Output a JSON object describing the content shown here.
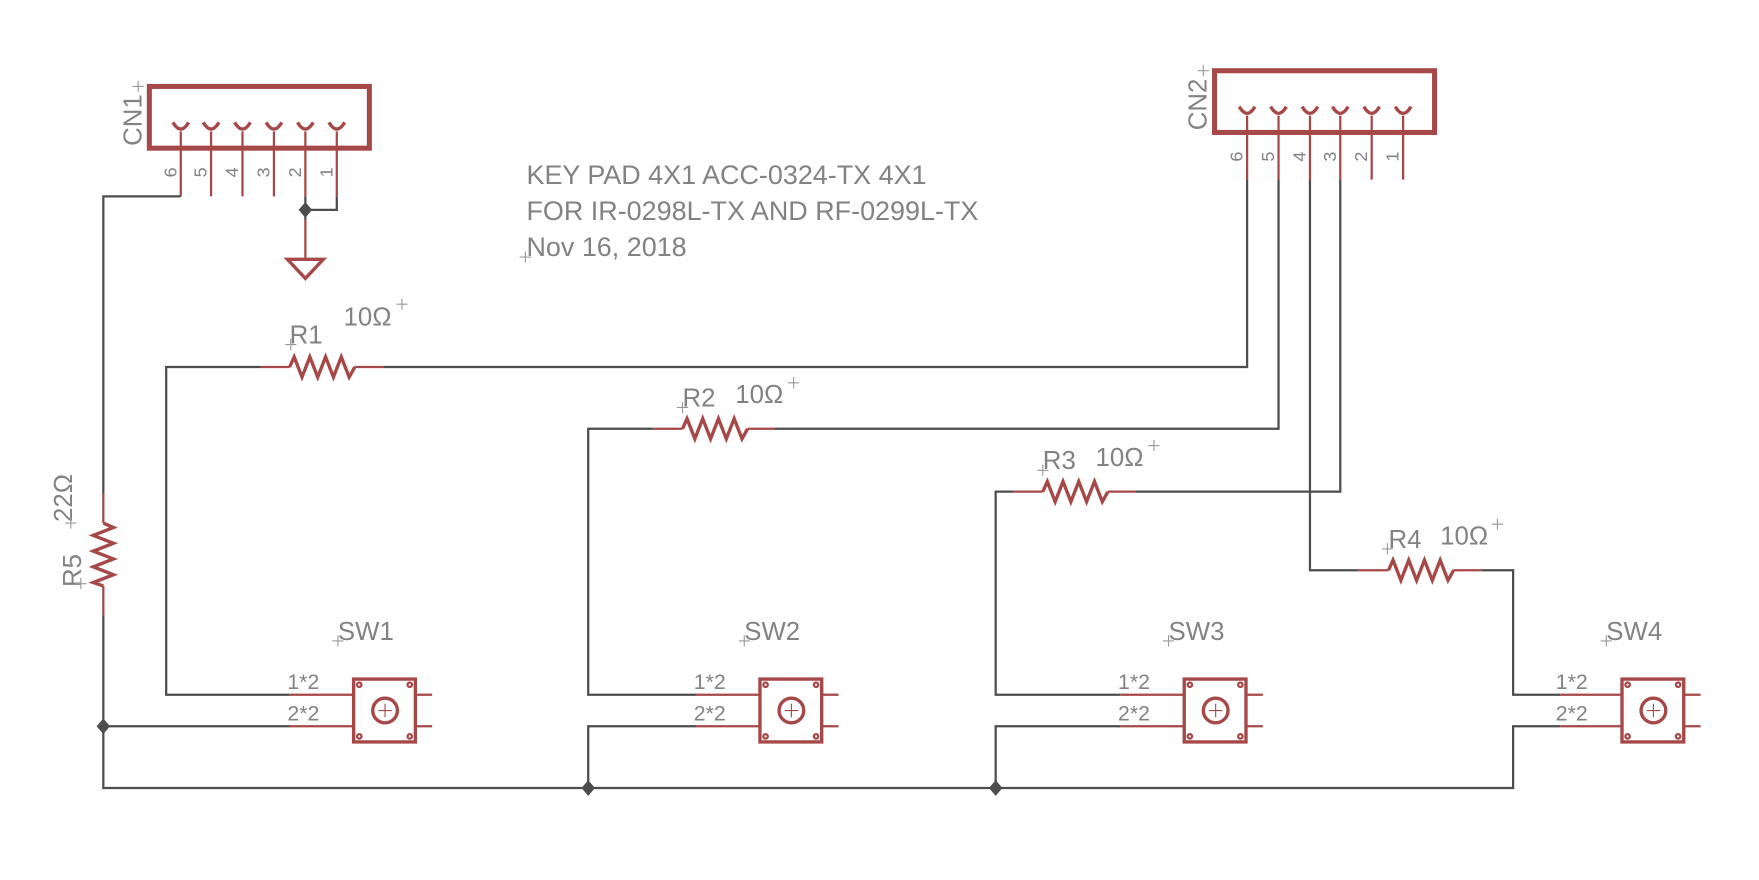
{
  "title_block": {
    "line1": "KEY PAD 4X1 ACC-0324-TX 4X1",
    "line2": "FOR IR-0298L-TX AND RF-0299L-TX",
    "date": "Nov 16, 2018"
  },
  "colors": {
    "symbol": "#a64848",
    "wire": "#4d4d4d",
    "text": "#828282",
    "background": "#ffffff"
  },
  "connectors": [
    {
      "name": "CN1",
      "pins": [
        "6",
        "5",
        "4",
        "3",
        "2",
        "1"
      ]
    },
    {
      "name": "CN2",
      "pins": [
        "6",
        "5",
        "4",
        "3",
        "2",
        "1"
      ]
    }
  ],
  "resistors": [
    {
      "name": "R1",
      "value": "10Ω"
    },
    {
      "name": "R2",
      "value": "10Ω"
    },
    {
      "name": "R3",
      "value": "10Ω"
    },
    {
      "name": "R4",
      "value": "10Ω"
    },
    {
      "name": "R5",
      "value": "22Ω"
    }
  ],
  "switches": [
    {
      "name": "SW1",
      "pin1": "1*2",
      "pin2": "2*2"
    },
    {
      "name": "SW2",
      "pin1": "1*2",
      "pin2": "2*2"
    },
    {
      "name": "SW3",
      "pin1": "1*2",
      "pin2": "2*2"
    },
    {
      "name": "SW4",
      "pin1": "1*2",
      "pin2": "2*2"
    }
  ],
  "ground": {
    "symbol": "ground-icon"
  }
}
